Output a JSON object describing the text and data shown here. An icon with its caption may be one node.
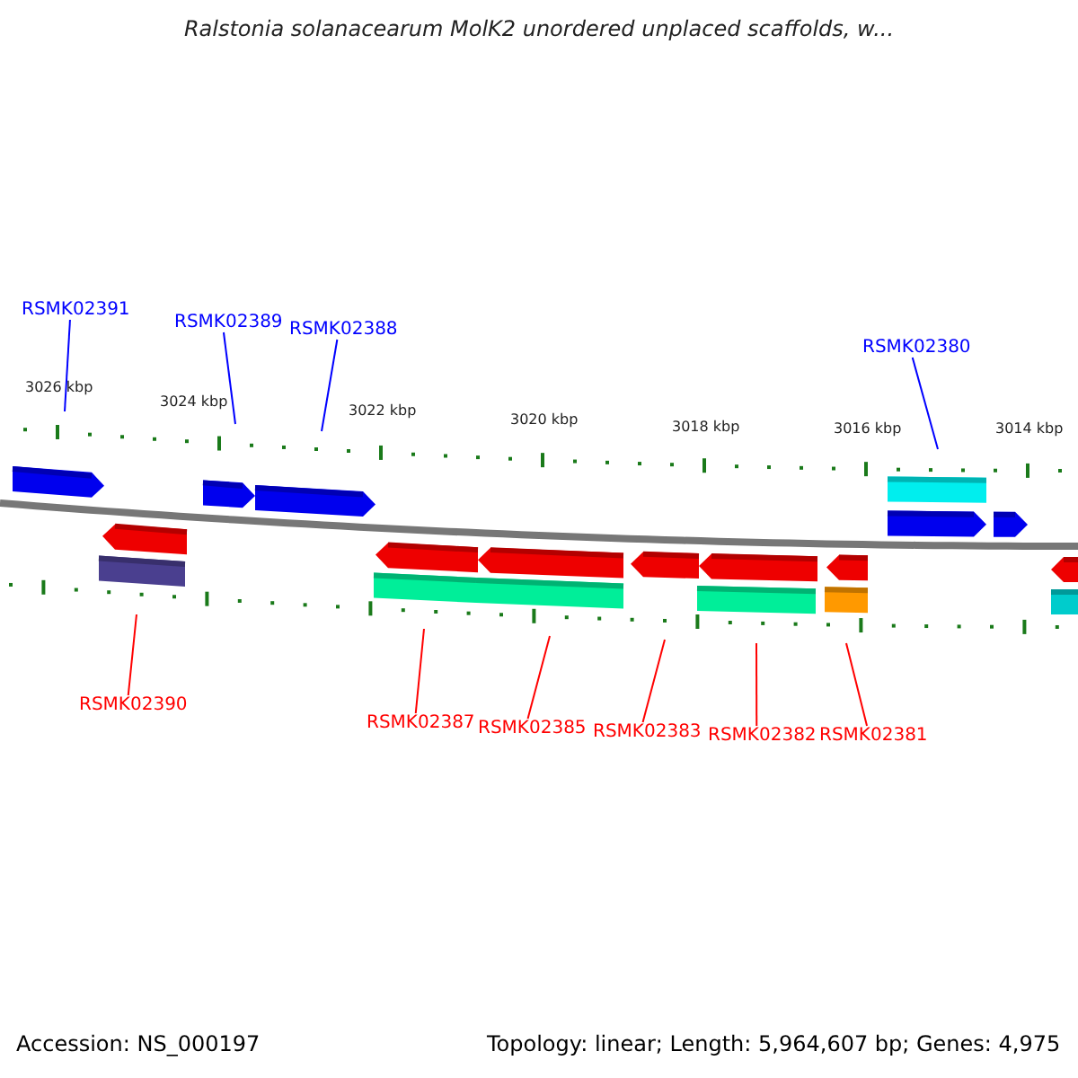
{
  "diagram": {
    "title": "Ralstonia solanacearum MolK2 unordered unplaced scaffolds, w...",
    "nodes": [
      {
        "text": [
          "RSMK02391"
        ]
      },
      {
        "text": [
          "RSMK02389"
        ]
      },
      {
        "text": [
          "RSMK02388"
        ]
      },
      {
        "text": [
          "RSMK02380"
        ]
      },
      {
        "text": [
          "RSMK02390"
        ]
      },
      {
        "text": [
          "RSMK02387"
        ]
      },
      {
        "text": [
          "RSMK02385"
        ]
      },
      {
        "text": [
          "RSMK02383"
        ]
      },
      {
        "text": [
          "RSMK02382"
        ]
      },
      {
        "text": [
          "RSMK02381"
        ]
      }
    ],
    "edges": [
      {
        "from": 0,
        "to": null,
        "arrow": "none",
        "color": "#0000ff"
      },
      {
        "from": 1,
        "to": null,
        "arrow": "none",
        "color": "#0000ff"
      },
      {
        "from": 2,
        "to": null,
        "arrow": "none",
        "color": "#0000ff"
      },
      {
        "from": 3,
        "to": null,
        "arrow": "none",
        "color": "#0000ff"
      },
      {
        "from": 4,
        "to": null,
        "arrow": "none"
      },
      {
        "from": 5,
        "to": null,
        "arrow": "none"
      },
      {
        "from": 6,
        "to": null,
        "arrow": "none"
      },
      {
        "from": 7,
        "to": null,
        "arrow": "none"
      },
      {
        "from": 8,
        "to": null,
        "arrow": "none"
      },
      {
        "from": 9,
        "to": null,
        "arrow": "none"
      }
    ],
    "labels": [
      "3026 kbp",
      "3024 kbp",
      "3022 kbp",
      "3020 kbp",
      "3018 kbp",
      "3016 kbp",
      "3014 kbp",
      "Accession: NS_000197",
      "Topology: linear; Length: 5,964,607 bp; Genes: 4,975"
    ]
  }
}
